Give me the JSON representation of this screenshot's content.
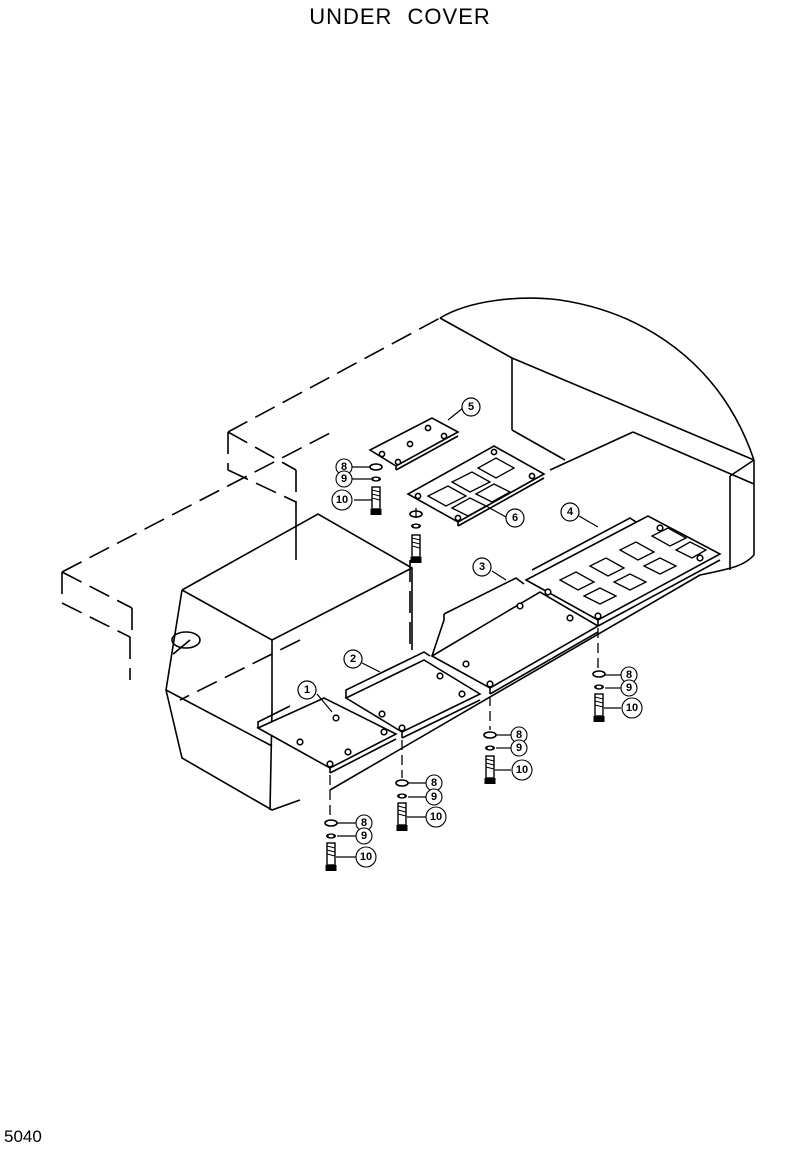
{
  "title": "UNDER  COVER",
  "page_code": "5040",
  "callouts": {
    "p1": "1",
    "p2": "2",
    "p3": "3",
    "p4": "4",
    "p5": "5",
    "p6": "6",
    "s8": "8",
    "s9": "9",
    "s10": "10"
  }
}
